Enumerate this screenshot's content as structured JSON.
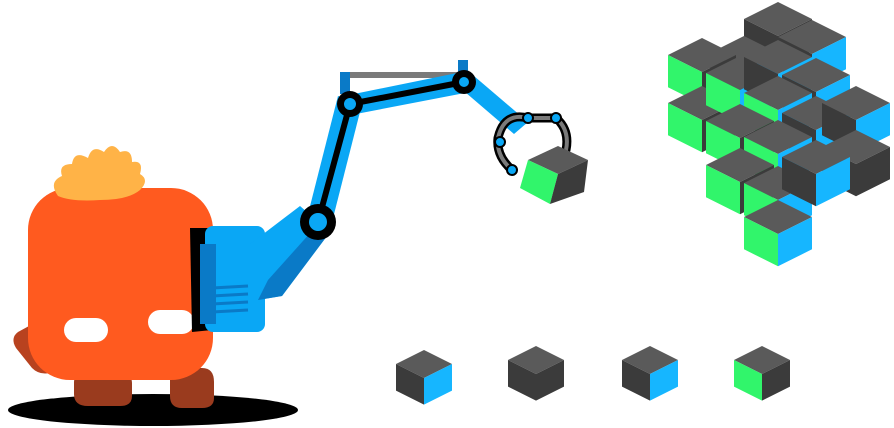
{
  "scene": {
    "robot": {
      "body_color": "#ff5a1f",
      "hair_color": "#ffb347",
      "foot_color": "#9a3b1e",
      "shadow_color": "#000000",
      "eye_color": "#ffffff"
    },
    "robotic_arm": {
      "arm_color": "#0aa7f5",
      "arm_dark_color": "#0a7ac7",
      "joint_color": "#000000",
      "joint_inner_color": "#0aa7f5",
      "gripper_color": "#7a7a7a"
    },
    "cube_palette": {
      "top": "#5a5a5a",
      "dark": "#3b3b3b",
      "green": "#31f56b",
      "blue": "#16b6ff"
    },
    "loose_cubes": [
      {
        "face": "blue"
      },
      {
        "face": "dark"
      },
      {
        "face": "blue"
      },
      {
        "face": "green"
      }
    ],
    "structure": {
      "cube_count": 18
    }
  }
}
